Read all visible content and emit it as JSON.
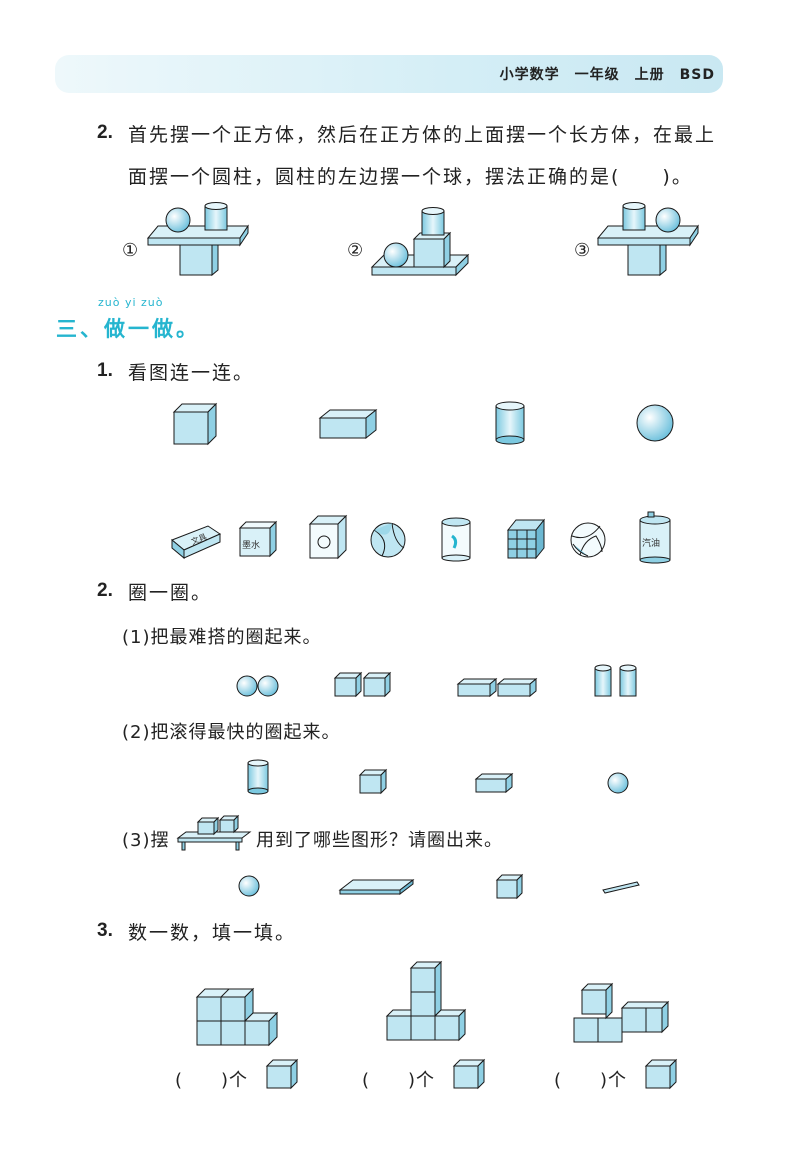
{
  "header": {
    "text": "小学数学　一年级　上册　BSD"
  },
  "q2": {
    "num": "2.",
    "line1": "首先摆一个正方体，然后在正方体的上面摆一个长方体，在最上",
    "line2": "面摆一个圆柱，圆柱的左边摆一个球，摆法正确的是(　　)。",
    "options": [
      "①",
      "②",
      "③"
    ]
  },
  "section3": {
    "pinyin": "zuò yi zuò",
    "title": "三、做一做。"
  },
  "s1": {
    "num": "1.",
    "text": "看图连一连。",
    "object_labels": [
      "文具",
      "墨水",
      "汽油"
    ]
  },
  "s2": {
    "num": "2.",
    "text": "圈一圈。",
    "p1": "(1)把最难搭的圈起来。",
    "p2": "(2)把滚得最快的圈起来。",
    "p3a": "(3)摆",
    "p3b": "用到了哪些图形？请圈出来。"
  },
  "s3": {
    "num": "3.",
    "text": "数一数，填一填。",
    "blanks": [
      "(　　)个",
      "(　　)个",
      "(　　)个"
    ]
  },
  "colors": {
    "accent": "#25b5cf",
    "shape_fill": "#bfe6f2",
    "shape_stroke": "#1a1a1a"
  }
}
